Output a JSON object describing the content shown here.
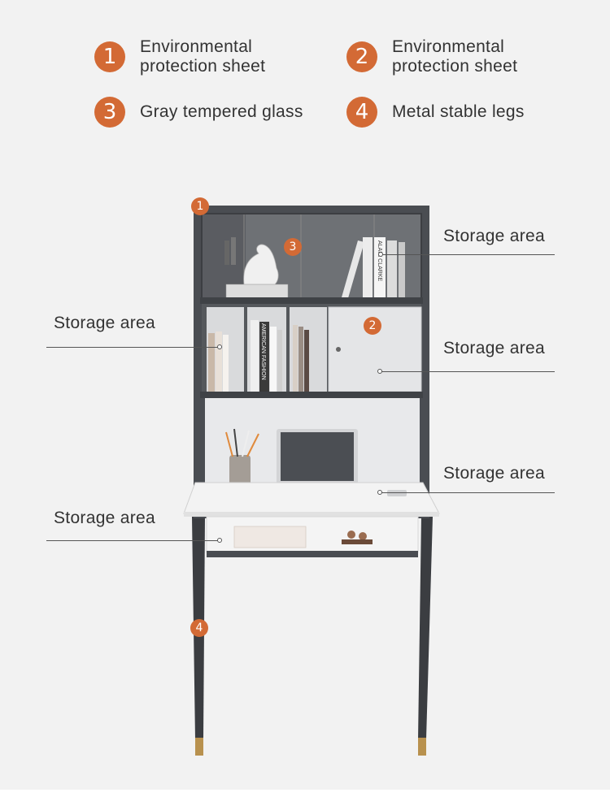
{
  "legend": [
    {
      "number": "1",
      "lines": [
        "Environmental",
        "protection sheet"
      ]
    },
    {
      "number": "2",
      "lines": [
        "Environmental",
        "protection sheet"
      ]
    },
    {
      "number": "3",
      "lines": [
        "Gray tempered glass"
      ]
    },
    {
      "number": "4",
      "lines": [
        "Metal stable legs"
      ]
    }
  ],
  "callouts": {
    "top_right": "Storage area",
    "middle_left": "Storage area",
    "middle_right": "Storage area",
    "desk_right": "Storage area",
    "bottom_left": "Storage area"
  },
  "markers": {
    "top_corner": "1",
    "door": "2",
    "glass": "3",
    "leg": "4"
  },
  "book_spines": {
    "spine_1": "AMERICAN FASHION",
    "spine_2": "ALAIN CLARKE"
  },
  "colors": {
    "accent": "#d36a35",
    "frame": "#4a4d52",
    "panel": "#e8e9eb",
    "brass": "#b8914e"
  }
}
